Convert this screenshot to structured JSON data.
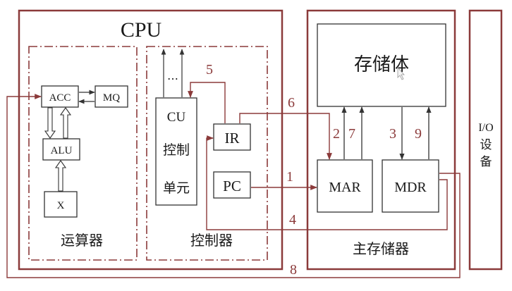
{
  "colors": {
    "frame": "#8b3a3a",
    "box": "#333333",
    "label": "#1a1a1a",
    "number": "#8b3a3a",
    "background": "#ffffff"
  },
  "cpu": {
    "title": "CPU",
    "alu_unit": {
      "label": "运算器",
      "acc": "ACC",
      "mq": "MQ",
      "alu": "ALU",
      "x": "X"
    },
    "control_unit": {
      "label": "控制器",
      "cu": "CU",
      "cu_line2": "控制",
      "cu_line3": "单元",
      "ir": "IR",
      "pc": "PC",
      "dots": "…"
    }
  },
  "memory": {
    "label": "主存储器",
    "storage": "存储体",
    "mar": "MAR",
    "mdr": "MDR"
  },
  "io": {
    "line1": "I/O",
    "line2": "设",
    "line3": "备"
  },
  "steps": [
    "1",
    "2",
    "3",
    "4",
    "5",
    "6",
    "7",
    "8",
    "9"
  ]
}
